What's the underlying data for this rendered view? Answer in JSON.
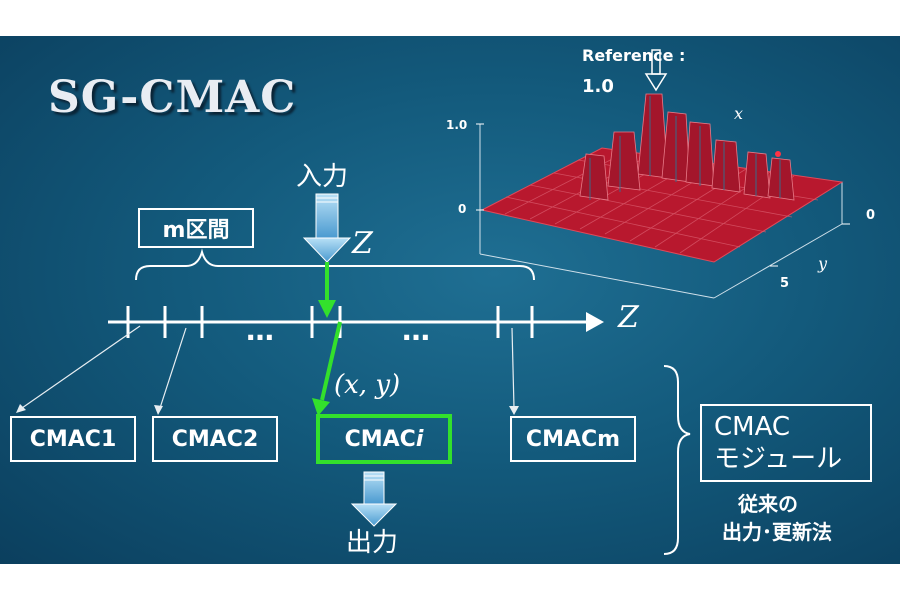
{
  "title": "SG-CMAC",
  "input_label": "入力",
  "output_label": "出力",
  "interval_label": "m区間",
  "z_label": "Z",
  "axis_z_label": "Z",
  "xy_label": "(x, y)",
  "ellipsis": "…",
  "cmac_boxes": [
    {
      "label": "CMAC1",
      "highlight": false
    },
    {
      "label": "CMAC2",
      "highlight": false
    },
    {
      "label": "CMAC",
      "suffix": "i",
      "highlight": true
    },
    {
      "label": "CMACm",
      "highlight": false
    }
  ],
  "module_box": {
    "line1": "CMAC",
    "line2": "モジュール"
  },
  "conventional_note": {
    "line1": "従来の",
    "line2": "出力･更新法"
  },
  "plot": {
    "reference_label": "Reference :",
    "reference_value": "1.0",
    "z_ticks": [
      "1.0",
      "0"
    ],
    "x_axis_label": "x",
    "y_axis_label": "y",
    "y_ticks": [
      "0",
      "5"
    ]
  },
  "colors": {
    "background": "#135a7c",
    "highlight": "#33e02c",
    "arrow_blue": "#6fb5e0",
    "surface": "#b8182e"
  }
}
